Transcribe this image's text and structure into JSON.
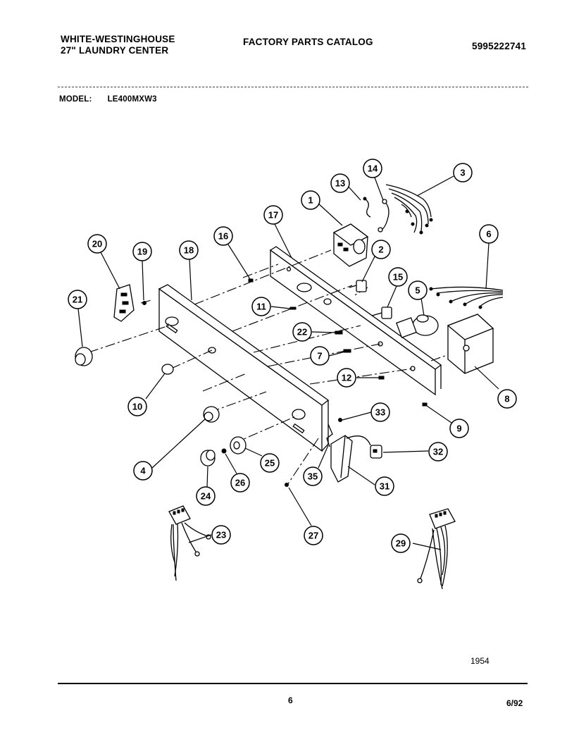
{
  "header": {
    "brand_line1": "WHITE-WESTINGHOUSE",
    "brand_line2": "27\" LAUNDRY CENTER",
    "catalog_title": "FACTORY PARTS CATALOG",
    "part_number": "5995222741",
    "model_label": "MODEL:",
    "model_value": "LE400MXW3"
  },
  "callouts": [
    "1",
    "2",
    "3",
    "4",
    "5",
    "6",
    "7",
    "8",
    "9",
    "10",
    "11",
    "12",
    "13",
    "14",
    "15",
    "16",
    "17",
    "18",
    "19",
    "20",
    "21",
    "22",
    "23",
    "24",
    "25",
    "26",
    "27",
    "29",
    "31",
    "32",
    "33",
    "35"
  ],
  "footer": {
    "figure_number": "1954",
    "page_number": "6",
    "date": "6/92"
  }
}
